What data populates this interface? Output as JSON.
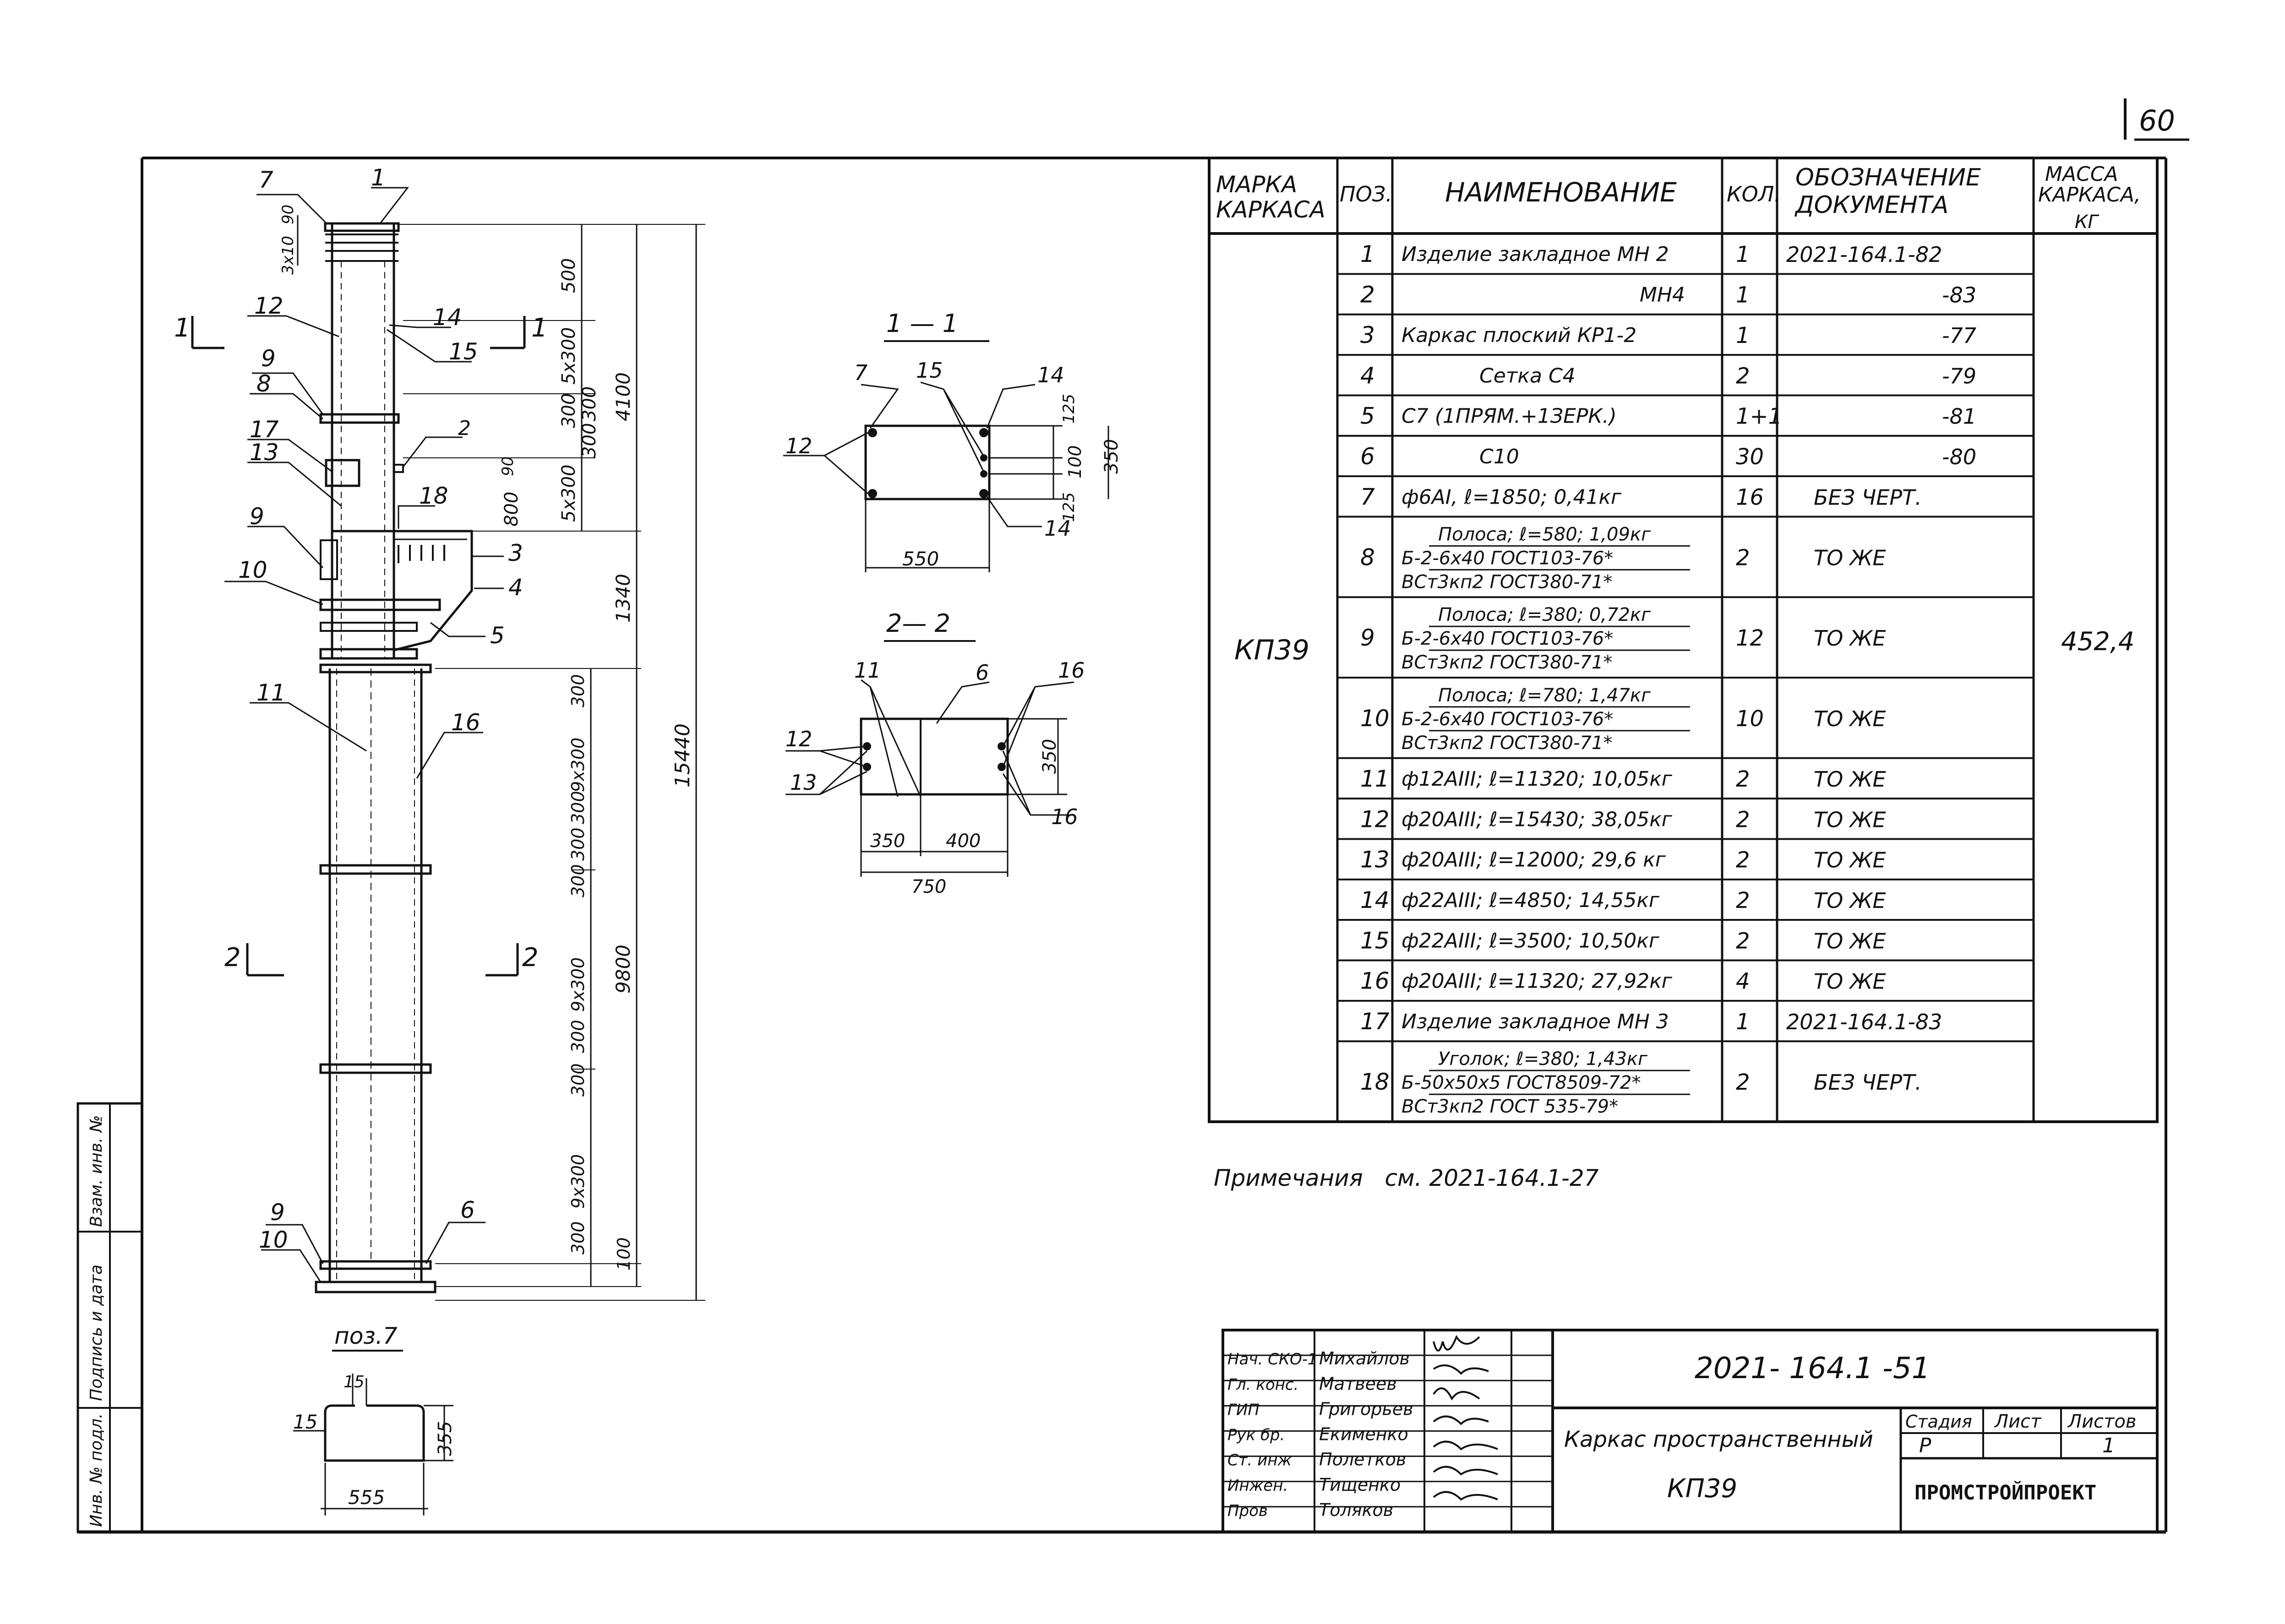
{
  "sheet_number": "60",
  "table": {
    "headers": {
      "mark": [
        "МАРКА",
        "КАРКАСА"
      ],
      "pos": "ПОЗ.",
      "name": "НАИМЕНОВАНИЕ",
      "qty": "КОЛ.",
      "doc": [
        "ОБОЗНАЧЕНИЕ",
        "ДОКУМЕНТА"
      ],
      "mass": [
        "МАССА",
        "КАРКАСА,",
        "КГ"
      ]
    },
    "mark": "КП39",
    "mass": "452,4",
    "rows": [
      {
        "pos": "1",
        "name": [
          "Изделие закладное МН 2"
        ],
        "qty": "1",
        "doc": "2021-164.1-82"
      },
      {
        "pos": "2",
        "name": [
          "МН4"
        ],
        "qty": "1",
        "doc": "-83"
      },
      {
        "pos": "3",
        "name": [
          "Каркас плоский КР1-2"
        ],
        "qty": "1",
        "doc": "-77"
      },
      {
        "pos": "4",
        "name": [
          "Сетка С4"
        ],
        "qty": "2",
        "doc": "-79"
      },
      {
        "pos": "5",
        "name": [
          "С7 (1ПРЯМ.+1ЗЕРК.)"
        ],
        "qty": "1+1",
        "doc": "-81"
      },
      {
        "pos": "6",
        "name": [
          "С10"
        ],
        "qty": "30",
        "doc": "-80"
      },
      {
        "pos": "7",
        "name": [
          "ф6АI, ℓ=1850; 0,41кг"
        ],
        "qty": "16",
        "doc": "БЕЗ ЧЕРТ."
      },
      {
        "pos": "8",
        "name": [
          "Полоса; ℓ=580; 1,09кг",
          "Б-2-6х40 ГОСТ103-76*",
          "ВСт3кп2 ГОСТ380-71*"
        ],
        "qty": "2",
        "doc": "ТО ЖЕ"
      },
      {
        "pos": "9",
        "name": [
          "Полоса; ℓ=380; 0,72кг",
          "Б-2-6х40 ГОСТ103-76*",
          "ВСт3кп2 ГОСТ380-71*"
        ],
        "qty": "12",
        "doc": "ТО ЖЕ"
      },
      {
        "pos": "10",
        "name": [
          "Полоса; ℓ=780; 1,47кг",
          "Б-2-6х40 ГОСТ103-76*",
          "ВСт3кп2 ГОСТ380-71*"
        ],
        "qty": "10",
        "doc": "ТО ЖЕ"
      },
      {
        "pos": "11",
        "name": [
          "ф12АIII; ℓ=11320; 10,05кг"
        ],
        "qty": "2",
        "doc": "ТО ЖЕ"
      },
      {
        "pos": "12",
        "name": [
          "ф20АIII; ℓ=15430; 38,05кг"
        ],
        "qty": "2",
        "doc": "ТО ЖЕ"
      },
      {
        "pos": "13",
        "name": [
          "ф20АIII; ℓ=12000; 29,6 кг"
        ],
        "qty": "2",
        "doc": "ТО ЖЕ"
      },
      {
        "pos": "14",
        "name": [
          "ф22АIII; ℓ=4850; 14,55кг"
        ],
        "qty": "2",
        "doc": "ТО ЖЕ"
      },
      {
        "pos": "15",
        "name": [
          "ф22АIII; ℓ=3500; 10,50кг"
        ],
        "qty": "2",
        "doc": "ТО ЖЕ"
      },
      {
        "pos": "16",
        "name": [
          "ф20АIII; ℓ=11320; 27,92кг"
        ],
        "qty": "4",
        "doc": "ТО ЖЕ"
      },
      {
        "pos": "17",
        "name": [
          "Изделие закладное МН 3"
        ],
        "qty": "1",
        "doc": "2021-164.1-83"
      },
      {
        "pos": "18",
        "name": [
          "Уголок; ℓ=380; 1,43кг",
          "Б-50х50х5 ГОСТ8509-72*",
          "ВСт3кп2 ГОСТ 535-79*"
        ],
        "qty": "2",
        "doc": "БЕЗ ЧЕРТ."
      }
    ]
  },
  "notes": "Примечания   см. 2021-164.1-27",
  "elevation": {
    "callouts": [
      "7",
      "1",
      "12",
      "14",
      "15",
      "9",
      "8",
      "17",
      "2",
      "13",
      "18",
      "9",
      "3",
      "10",
      "4",
      "5",
      "11",
      "16",
      "9",
      "10",
      "6"
    ],
    "dims_left_top": [
      "3х10",
      "90"
    ],
    "dims_column1": [
      "500",
      "5х300",
      "300",
      "300",
      "300",
      "5х300",
      "800",
      "90"
    ],
    "dims_column2": [
      "4100",
      "1340",
      "9800",
      "100"
    ],
    "dims_column_lower": [
      "300",
      "9х300",
      "300",
      "300",
      "300",
      "9х300",
      "300",
      "300",
      "9х300",
      "300",
      "300"
    ],
    "dim_total": "15440",
    "section_marks": [
      "1",
      "1",
      "2",
      "2"
    ]
  },
  "section_1": {
    "title": "1 — 1",
    "callouts": [
      "7",
      "15",
      "14",
      "12",
      "14"
    ],
    "dims": [
      "125",
      "100",
      "125",
      "350",
      "550"
    ]
  },
  "section_2": {
    "title": "2— 2",
    "callouts": [
      "11",
      "6",
      "16",
      "12",
      "13",
      "16"
    ],
    "dims": [
      "350",
      "350",
      "400",
      "750"
    ]
  },
  "pos7": {
    "title": "поз.7",
    "callouts": [
      "15",
      "15"
    ],
    "dims": [
      "355",
      "555"
    ]
  },
  "side_stamp": [
    "Инв. № подл.",
    "Подпись и дата",
    "Взам. инв. №"
  ],
  "title_block": {
    "roles": [
      "Нач. СКО-1",
      "Гл. конс.",
      "ГИП",
      "Рук бр.",
      "Ст. инж",
      "Инжен.",
      "Пров"
    ],
    "names": [
      "Михайлов",
      "Матвеев",
      "Григорьев",
      "Екименко",
      "Полетков",
      "Тищенко",
      "Толяков"
    ],
    "designation": "2021- 164.1 -51",
    "title_line1": "Каркас пространственный",
    "title_line2": "КП39",
    "stage_label": "Стадия",
    "sheet_label": "Лист",
    "sheets_label": "Листов",
    "stage": "Р",
    "sheet": "",
    "sheets": "1",
    "org": "ПРОМСТРОЙПРОЕКТ"
  }
}
